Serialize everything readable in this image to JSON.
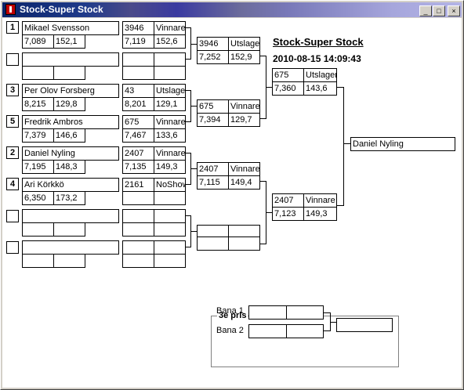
{
  "window": {
    "title": "Stock-Super Stock",
    "controls": {
      "minimize": "_",
      "maximize": "□",
      "close": "×"
    }
  },
  "header": {
    "title": "Stock-Super Stock",
    "datetime": "2010-08-15 14:09:43"
  },
  "seeds": [
    "1",
    "",
    "3",
    "5",
    "2",
    "4",
    "",
    ""
  ],
  "round1": [
    {
      "name": "Mikael Svensson",
      "time": "7,089",
      "speed": "152,1"
    },
    {
      "name": "",
      "time": "",
      "speed": ""
    },
    {
      "name": "Per Olov Forsberg",
      "time": "8,215",
      "speed": "129,8"
    },
    {
      "name": "Fredrik Ambros",
      "time": "7,379",
      "speed": "146,6"
    },
    {
      "name": "Daniel Nyling",
      "time": "7,195",
      "speed": "148,3"
    },
    {
      "name": "Ari Körkkö",
      "time": "6,350",
      "speed": "173,2"
    },
    {
      "name": "",
      "time": "",
      "speed": ""
    },
    {
      "name": "",
      "time": "",
      "speed": ""
    }
  ],
  "round2": [
    {
      "num": "3946",
      "result": "Vinnare",
      "time": "7,119",
      "speed": "152,6"
    },
    {
      "num": "",
      "result": "",
      "time": "",
      "speed": ""
    },
    {
      "num": "43",
      "result": "Utslager",
      "time": "8,201",
      "speed": "129,1"
    },
    {
      "num": "675",
      "result": "Vinnare",
      "time": "7,467",
      "speed": "133,6"
    },
    {
      "num": "2407",
      "result": "Vinnare",
      "time": "7,135",
      "speed": "149,3"
    },
    {
      "num": "2161",
      "result": "NoShow",
      "time": "",
      "speed": ""
    },
    {
      "num": "",
      "result": "",
      "time": "",
      "speed": ""
    },
    {
      "num": "",
      "result": "",
      "time": "",
      "speed": ""
    }
  ],
  "round3": [
    {
      "num": "3946",
      "result": "Utslager",
      "time": "7,252",
      "speed": "152,9"
    },
    {
      "num": "675",
      "result": "Vinnare",
      "time": "7,394",
      "speed": "129,7"
    },
    {
      "num": "2407",
      "result": "Vinnare",
      "time": "7,115",
      "speed": "149,4"
    },
    {
      "num": "",
      "result": "",
      "time": "",
      "speed": ""
    }
  ],
  "semis": [
    {
      "num": "675",
      "result": "Utslager",
      "time": "7,360",
      "speed": "143,6"
    },
    {
      "num": "2407",
      "result": "Vinnare",
      "time": "7,123",
      "speed": "149,3"
    }
  ],
  "final": {
    "winner": "Daniel Nyling"
  },
  "third_place": {
    "title": "3e pris",
    "lane1_label": "Bana 1",
    "lane2_label": "Bana 2",
    "lane1": {
      "a": "",
      "b": ""
    },
    "lane2": {
      "a": "",
      "b": ""
    },
    "result": ""
  }
}
